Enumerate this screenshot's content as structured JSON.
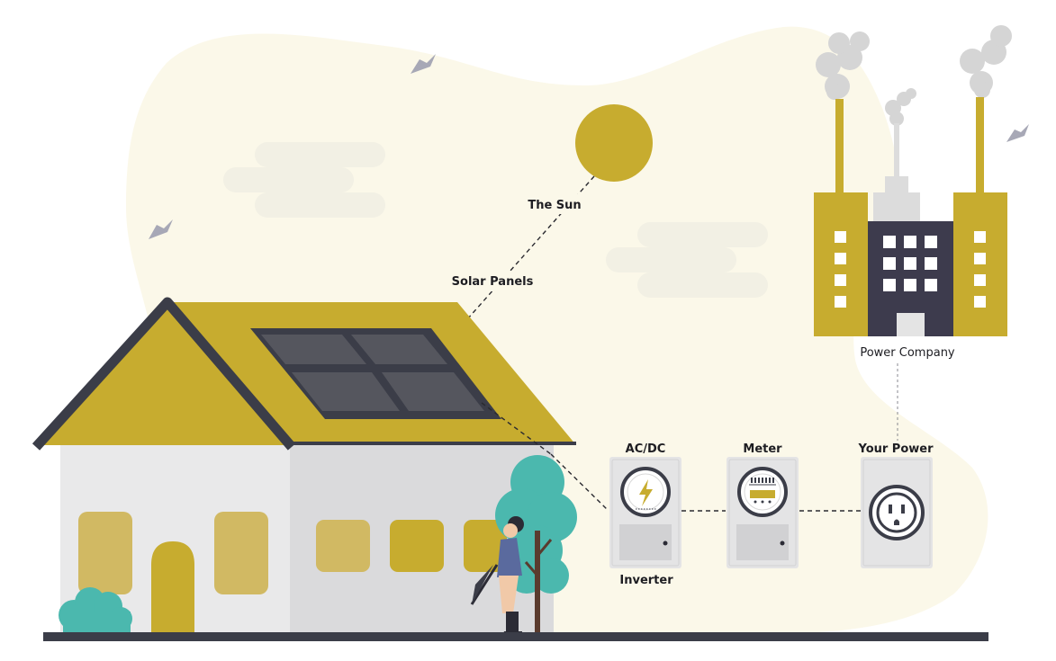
{
  "labels": {
    "sun": "The Sun",
    "solar_panels": "Solar Panels",
    "power_company": "Power Company",
    "acdc": "AC/DC",
    "inverter": "Inverter",
    "meter": "Meter",
    "your_power": "Your Power"
  },
  "colors": {
    "background_blob": "#FBF8E9",
    "gold": "#C7AC2F",
    "dark": "#3B3D48",
    "panel": "#55565E",
    "wall_light": "#E9E9EA",
    "wall_shade": "#DADADC",
    "teal": "#4BB8AE",
    "building": "#3D3B4D",
    "smoke": "#D5D5D5",
    "bird": "#A7A8B6",
    "ground": "#3B3D48"
  },
  "icons": {
    "inverter": "lightning-bolt-icon",
    "meter": "electric-meter-icon",
    "your_power": "power-outlet-icon"
  }
}
